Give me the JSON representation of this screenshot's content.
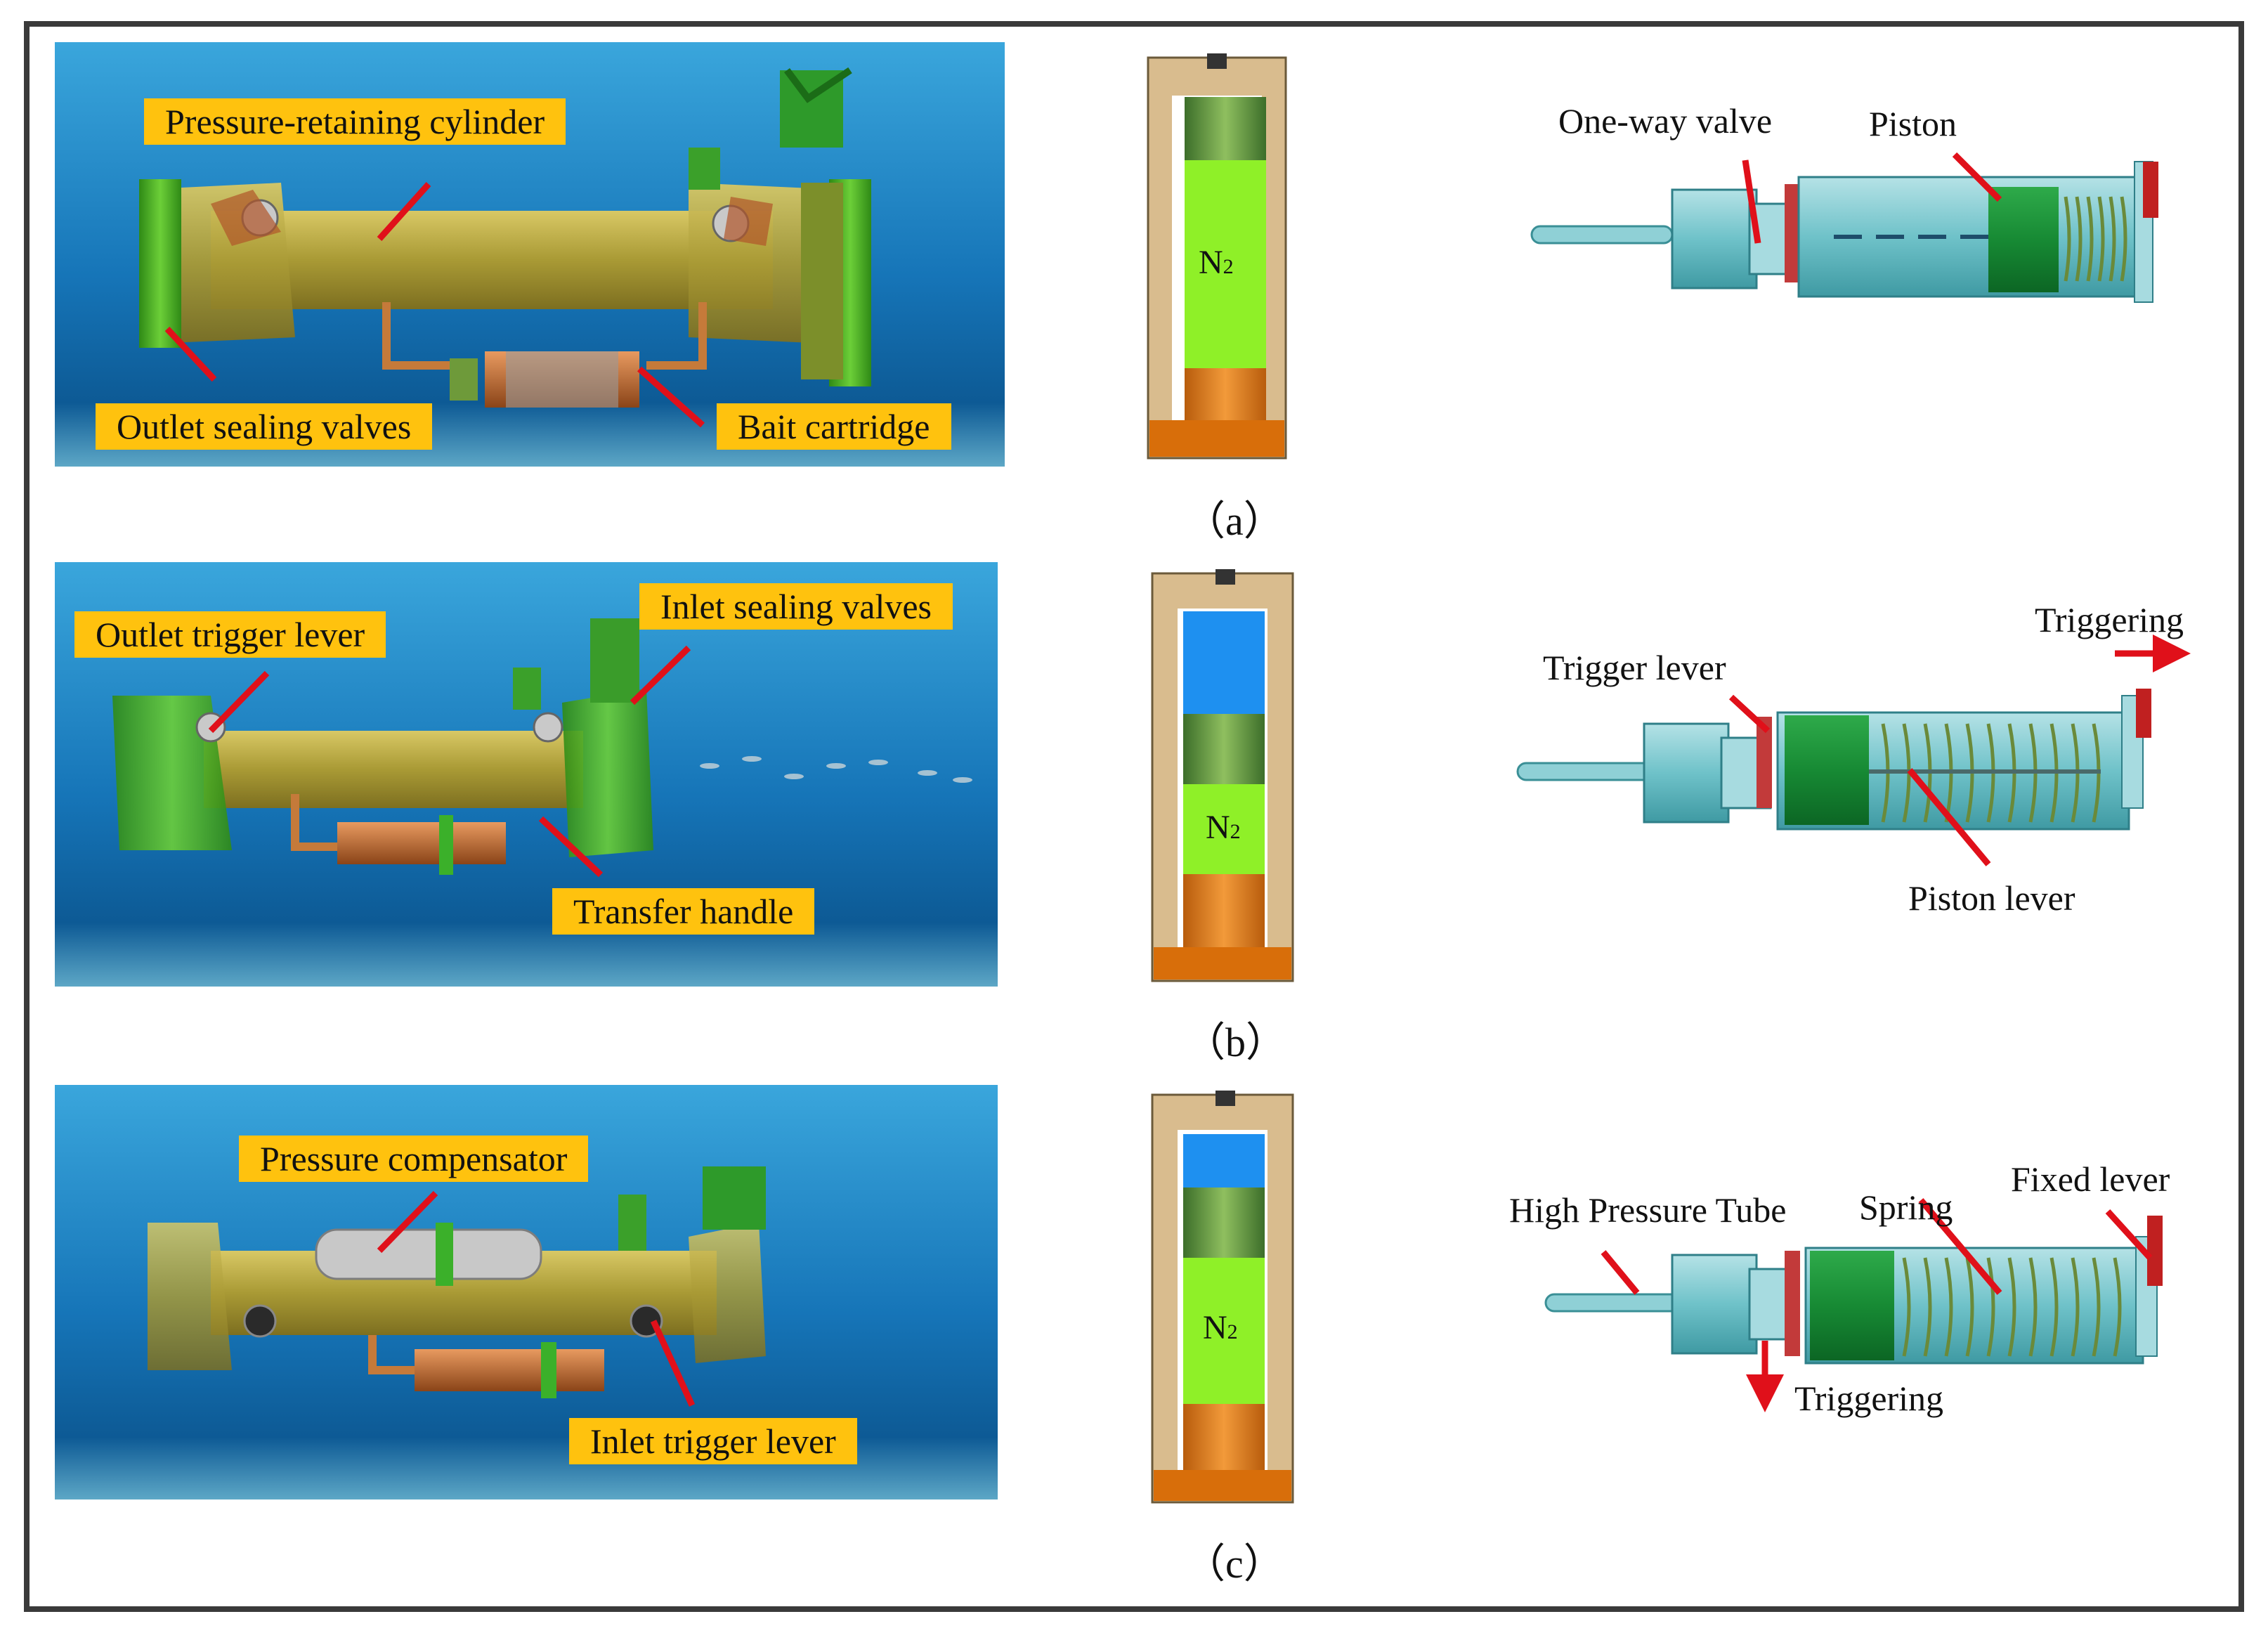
{
  "panels": [
    {
      "caption": "（a）",
      "gas_label": "N",
      "gas_sub": "2",
      "scene_labels": [
        "Pressure-retaining cylinder",
        "Outlet sealing valves",
        "Bait cartridge"
      ],
      "mech_labels": [
        "One-way valve",
        "Piston"
      ]
    },
    {
      "caption": "（b）",
      "gas_label": "N",
      "gas_sub": "2",
      "scene_labels": [
        "Outlet trigger lever",
        "Inlet sealing valves",
        "Transfer handle"
      ],
      "mech_labels": [
        "Trigger  lever",
        "Triggering",
        "Piston lever"
      ]
    },
    {
      "caption": "（c）",
      "gas_label": "N",
      "gas_sub": "2",
      "scene_labels": [
        "Pressure compensator",
        "Inlet trigger lever"
      ],
      "mech_labels": [
        "High Pressure Tube",
        "Spring",
        "Fixed lever",
        "Triggering"
      ]
    }
  ],
  "colors": {
    "water_top": "#1a7fc0",
    "water_bottom": "#0a4f8a",
    "body_olive": "#b8a640",
    "flange_green": "#4fb02a",
    "label_yellow": "#ffc20e",
    "leader_red": "#e0101a",
    "n2_green": "#8ff028",
    "water_blue": "#1e90f0",
    "base_orange": "#e07812",
    "housing_tan": "#d9bc8e",
    "piston_green": "#1f8a3a",
    "tube_cyan": "#7fc9cf"
  }
}
